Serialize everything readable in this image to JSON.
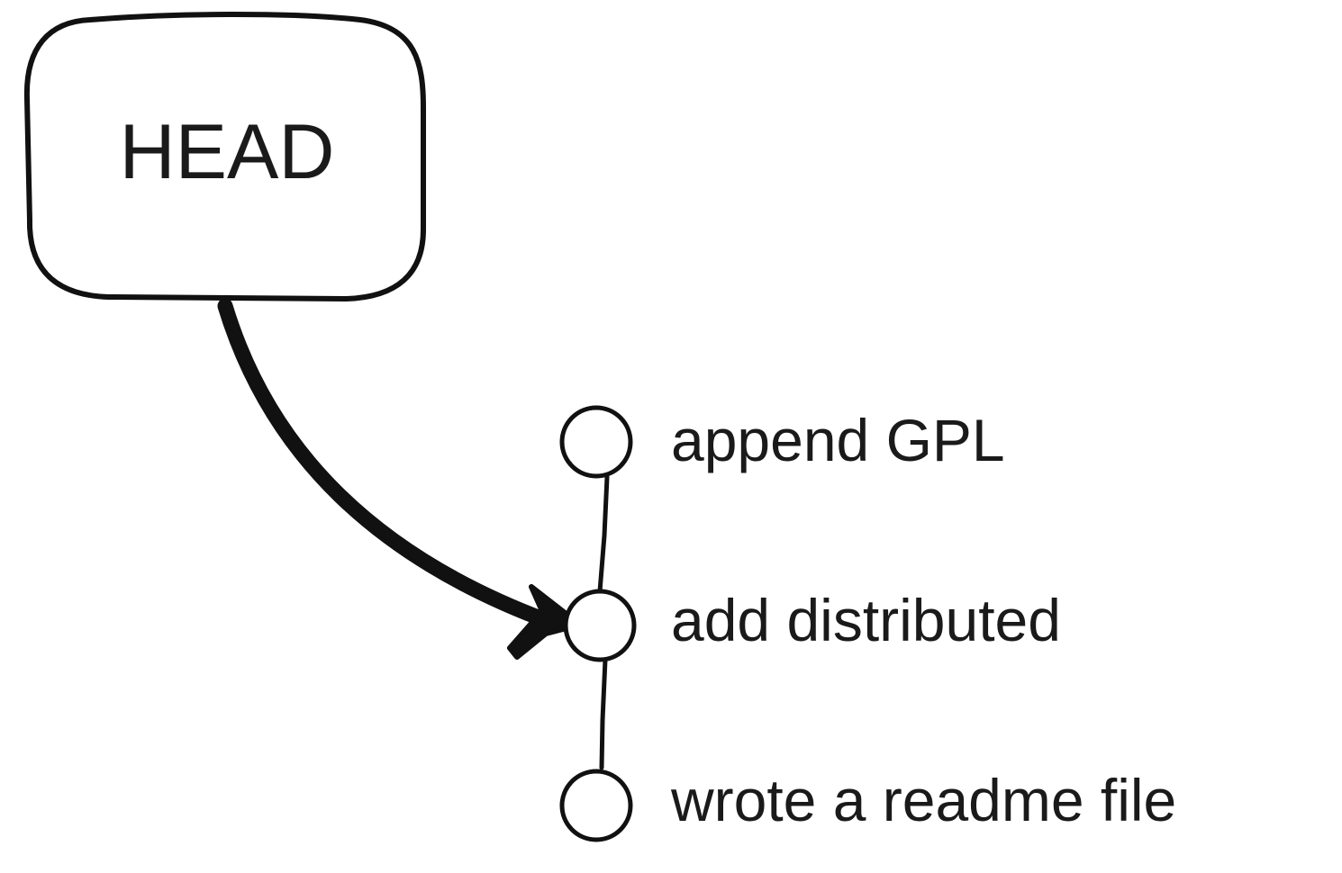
{
  "head": {
    "label": "HEAD",
    "points_to_commit": 1
  },
  "commits": [
    {
      "message": "append GPL"
    },
    {
      "message": "add distributed"
    },
    {
      "message": "wrote a readme file"
    }
  ]
}
